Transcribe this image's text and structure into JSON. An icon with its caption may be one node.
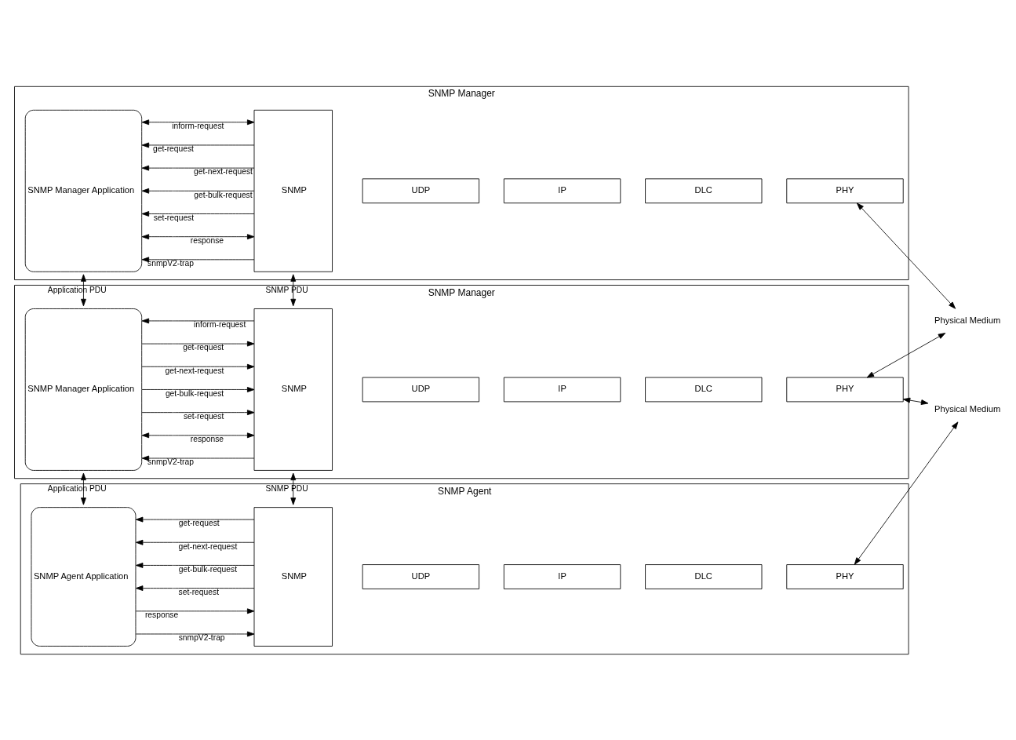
{
  "diagram": {
    "nodes": [
      {
        "text": [
          "SNMP Manager"
        ]
      },
      {
        "text": [
          "SNMP Manager Application"
        ],
        "in": 0
      },
      {
        "text": [
          "SNMP"
        ],
        "in": 0
      },
      {
        "text": [
          "UDP"
        ],
        "in": 0
      },
      {
        "text": [
          "IP"
        ],
        "in": 0
      },
      {
        "text": [
          "DLC"
        ],
        "in": 0
      },
      {
        "text": [
          "PHY"
        ],
        "in": 0
      },
      {
        "text": [
          "SNMP Manager"
        ]
      },
      {
        "text": [
          "SNMP Manager Application"
        ],
        "in": 7
      },
      {
        "text": [
          "SNMP"
        ],
        "in": 7
      },
      {
        "text": [
          "UDP"
        ],
        "in": 7
      },
      {
        "text": [
          "IP"
        ],
        "in": 7
      },
      {
        "text": [
          "DLC"
        ],
        "in": 7
      },
      {
        "text": [
          "PHY"
        ],
        "in": 7
      },
      {
        "text": [
          "SNMP Agent"
        ]
      },
      {
        "text": [
          "SNMP Agent Application"
        ],
        "in": 14
      },
      {
        "text": [
          "SNMP"
        ],
        "in": 14
      },
      {
        "text": [
          "UDP"
        ],
        "in": 14
      },
      {
        "text": [
          "IP"
        ],
        "in": 14
      },
      {
        "text": [
          "DLC"
        ],
        "in": 14
      },
      {
        "text": [
          "PHY"
        ],
        "in": 14
      },
      {
        "text": [
          "Physical Medium"
        ]
      },
      {
        "text": [
          "Physical Medium"
        ]
      }
    ],
    "edges": [
      {
        "from": 1,
        "to": 2,
        "arrow": "both",
        "label": "inform-request"
      },
      {
        "from": 2,
        "to": 1,
        "arrow": "to",
        "label": "get-request"
      },
      {
        "from": 2,
        "to": 1,
        "arrow": "to",
        "label": "get-next-request"
      },
      {
        "from": 2,
        "to": 1,
        "arrow": "to",
        "label": "get-bulk-request"
      },
      {
        "from": 2,
        "to": 1,
        "arrow": "to",
        "label": "set-request"
      },
      {
        "from": 1,
        "to": 2,
        "arrow": "both",
        "label": "response"
      },
      {
        "from": 2,
        "to": 1,
        "arrow": "to",
        "label": "snmpV2-trap"
      },
      {
        "from": 9,
        "to": 8,
        "arrow": "to",
        "label": "inform-request"
      },
      {
        "from": 8,
        "to": 9,
        "arrow": "to",
        "label": "get-request"
      },
      {
        "from": 8,
        "to": 9,
        "arrow": "to",
        "label": "get-next-request"
      },
      {
        "from": 8,
        "to": 9,
        "arrow": "to",
        "label": "get-bulk-request"
      },
      {
        "from": 8,
        "to": 9,
        "arrow": "to",
        "label": "set-request"
      },
      {
        "from": 8,
        "to": 9,
        "arrow": "both",
        "label": "response"
      },
      {
        "from": 9,
        "to": 8,
        "arrow": "to",
        "label": "snmpV2-trap"
      },
      {
        "from": 16,
        "to": 15,
        "arrow": "to",
        "label": "get-request"
      },
      {
        "from": 16,
        "to": 15,
        "arrow": "to",
        "label": "get-next-request"
      },
      {
        "from": 16,
        "to": 15,
        "arrow": "to",
        "label": "get-bulk-request"
      },
      {
        "from": 16,
        "to": 15,
        "arrow": "to",
        "label": "set-request"
      },
      {
        "from": 15,
        "to": 16,
        "arrow": "to",
        "label": "response"
      },
      {
        "from": 15,
        "to": 16,
        "arrow": "to",
        "label": "snmpV2-trap"
      },
      {
        "from": 1,
        "to": 8,
        "arrow": "both",
        "label": "Application PDU"
      },
      {
        "from": 8,
        "to": 15,
        "arrow": "both",
        "label": "Application PDU"
      },
      {
        "from": 2,
        "to": 9,
        "arrow": "both",
        "label": "SNMP PDU"
      },
      {
        "from": 9,
        "to": 16,
        "arrow": "both",
        "label": "SNMP PDU"
      },
      {
        "from": 6,
        "to": 21,
        "arrow": "both"
      },
      {
        "from": 13,
        "to": 21,
        "arrow": "both"
      },
      {
        "from": 13,
        "to": 22,
        "arrow": "both"
      },
      {
        "from": 20,
        "to": 22,
        "arrow": "both"
      }
    ]
  }
}
